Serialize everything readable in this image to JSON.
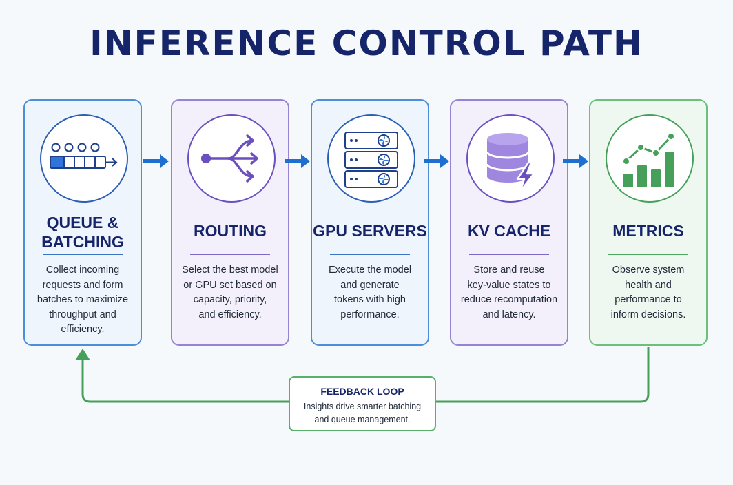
{
  "title": "INFERENCE CONTROL PATH",
  "stages": [
    {
      "title_lines": [
        "QUEUE &",
        "BATCHING"
      ],
      "description_lines": [
        "Collect incoming",
        "requests and form",
        "batches to maximize",
        "throughput and",
        "efficiency."
      ],
      "icon": "queue-batching-icon",
      "color": "#2b5fb3"
    },
    {
      "title_lines": [
        "ROUTING"
      ],
      "description_lines": [
        "Select the best model",
        "or GPU set based on",
        "capacity, priority,",
        "and efficiency."
      ],
      "icon": "routing-icon",
      "color": "#6b4fbf"
    },
    {
      "title_lines": [
        "GPU SERVERS"
      ],
      "description_lines": [
        "Execute the model",
        "and generate",
        "tokens with high",
        "performance."
      ],
      "icon": "gpu-servers-icon",
      "color": "#2b5fb3"
    },
    {
      "title_lines": [
        "KV CACHE"
      ],
      "description_lines": [
        "Store and reuse",
        "key-value states to",
        "reduce recomputation",
        "and latency."
      ],
      "icon": "kv-cache-icon",
      "color": "#6b4fbf"
    },
    {
      "title_lines": [
        "METRICS"
      ],
      "description_lines": [
        "Observe system",
        "health and",
        "performance to",
        "inform decisions."
      ],
      "icon": "metrics-icon",
      "color": "#46a05a"
    }
  ],
  "feedback": {
    "title": "FEEDBACK LOOP",
    "description_lines": [
      "Insights drive smarter batching",
      "and queue management."
    ]
  },
  "colors": {
    "title": "#16246a",
    "flow_arrow": "#1f6fd1",
    "feedback_line": "#46a05a",
    "blue": "#2b5fb3",
    "purple": "#6b4fbf",
    "green": "#46a05a"
  }
}
